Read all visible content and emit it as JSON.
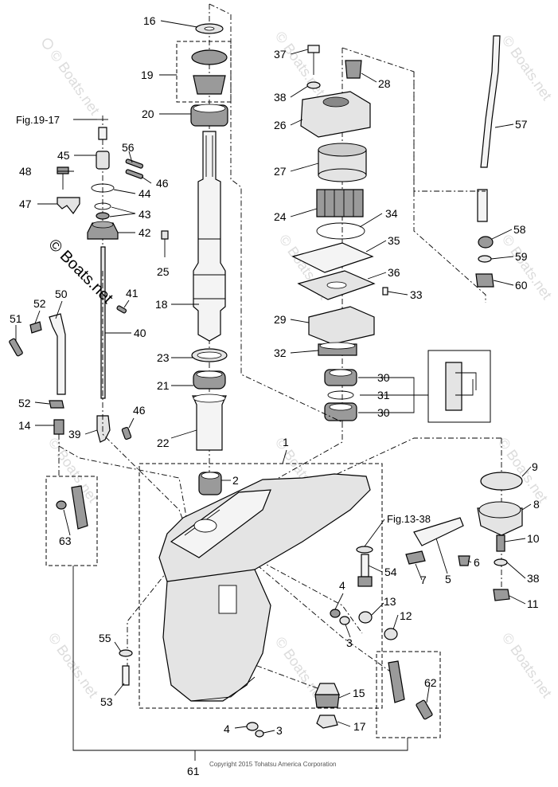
{
  "parts": [
    {
      "id": "p16",
      "text": "16"
    },
    {
      "id": "p19",
      "text": "19"
    },
    {
      "id": "p20",
      "text": "20"
    },
    {
      "id": "p25",
      "text": "25"
    },
    {
      "id": "p18",
      "text": "18"
    },
    {
      "id": "p23",
      "text": "23"
    },
    {
      "id": "p21",
      "text": "21"
    },
    {
      "id": "p22",
      "text": "22"
    },
    {
      "id": "p45",
      "text": "45"
    },
    {
      "id": "p56",
      "text": "56"
    },
    {
      "id": "p48",
      "text": "48"
    },
    {
      "id": "p46a",
      "text": "46"
    },
    {
      "id": "p44",
      "text": "44"
    },
    {
      "id": "p47",
      "text": "47"
    },
    {
      "id": "p43",
      "text": "43"
    },
    {
      "id": "p42",
      "text": "42"
    },
    {
      "id": "p41",
      "text": "41"
    },
    {
      "id": "p40",
      "text": "40"
    },
    {
      "id": "p50",
      "text": "50"
    },
    {
      "id": "p52a",
      "text": "52"
    },
    {
      "id": "p51",
      "text": "51"
    },
    {
      "id": "p52b",
      "text": "52"
    },
    {
      "id": "p14",
      "text": "14"
    },
    {
      "id": "p39",
      "text": "39"
    },
    {
      "id": "p46b",
      "text": "46"
    },
    {
      "id": "p37",
      "text": "37"
    },
    {
      "id": "p28",
      "text": "28"
    },
    {
      "id": "p38a",
      "text": "38"
    },
    {
      "id": "p26",
      "text": "26"
    },
    {
      "id": "p27",
      "text": "27"
    },
    {
      "id": "p24",
      "text": "24"
    },
    {
      "id": "p34",
      "text": "34"
    },
    {
      "id": "p35",
      "text": "35"
    },
    {
      "id": "p36",
      "text": "36"
    },
    {
      "id": "p33",
      "text": "33"
    },
    {
      "id": "p29",
      "text": "29"
    },
    {
      "id": "p32",
      "text": "32"
    },
    {
      "id": "p30a",
      "text": "30"
    },
    {
      "id": "p31",
      "text": "31"
    },
    {
      "id": "p30b",
      "text": "30"
    },
    {
      "id": "p57",
      "text": "57"
    },
    {
      "id": "p58",
      "text": "58"
    },
    {
      "id": "p59",
      "text": "59"
    },
    {
      "id": "p60",
      "text": "60"
    },
    {
      "id": "p1",
      "text": "1"
    },
    {
      "id": "p2",
      "text": "2"
    },
    {
      "id": "p9",
      "text": "9"
    },
    {
      "id": "p8",
      "text": "8"
    },
    {
      "id": "p10",
      "text": "10"
    },
    {
      "id": "p38b",
      "text": "38"
    },
    {
      "id": "p11",
      "text": "11"
    },
    {
      "id": "p6",
      "text": "6"
    },
    {
      "id": "p5",
      "text": "5"
    },
    {
      "id": "p7",
      "text": "7"
    },
    {
      "id": "p54",
      "text": "54"
    },
    {
      "id": "p4a",
      "text": "4"
    },
    {
      "id": "p13",
      "text": "13"
    },
    {
      "id": "p12",
      "text": "12"
    },
    {
      "id": "p3a",
      "text": "3"
    },
    {
      "id": "p63",
      "text": "63"
    },
    {
      "id": "p55",
      "text": "55"
    },
    {
      "id": "p53",
      "text": "53"
    },
    {
      "id": "p15",
      "text": "15"
    },
    {
      "id": "p62",
      "text": "62"
    },
    {
      "id": "p4b",
      "text": "4"
    },
    {
      "id": "p3b",
      "text": "3"
    },
    {
      "id": "p17",
      "text": "17"
    },
    {
      "id": "p61",
      "text": "61"
    }
  ],
  "references": {
    "fig_19_17": "Fig.19-17",
    "fig_13_38": "Fig.13-38"
  },
  "copyright": "Copyright 2015 Tohatsu America Corporation",
  "watermark": "© Boats.net",
  "watermark_big": "© Boats.net"
}
